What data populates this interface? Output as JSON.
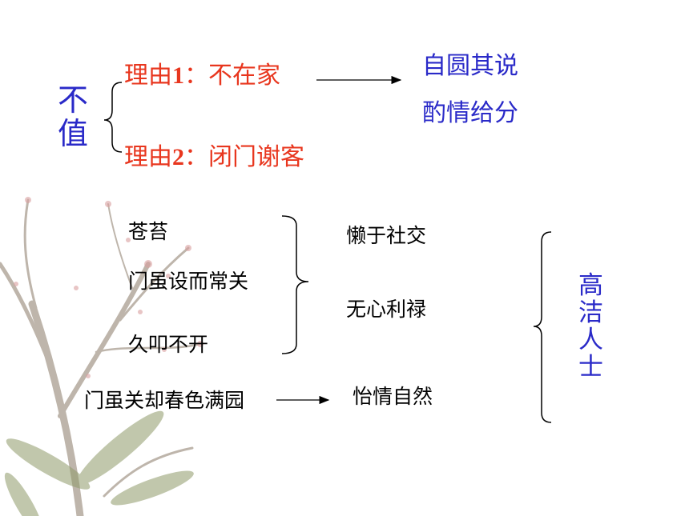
{
  "main_word": "不值",
  "reasons": [
    {
      "label": "理由",
      "num": "1",
      "text": "：不在家"
    },
    {
      "label": "理由",
      "num": "2",
      "text": "：闭门谢客"
    }
  ],
  "evaluation": [
    "自圆其说",
    "酌情给分"
  ],
  "details": [
    "苍苔",
    "门虽设而常关",
    "久叩不开"
  ],
  "traits": [
    "懒于社交",
    "无心利禄"
  ],
  "garden": {
    "text": "门虽关却春色满园",
    "result": "怡情自然"
  },
  "conclusion": [
    "高",
    "洁",
    "人",
    "士"
  ],
  "colors": {
    "red": "#e8361e",
    "blue": "#2a2ac8",
    "black": "#000000"
  }
}
